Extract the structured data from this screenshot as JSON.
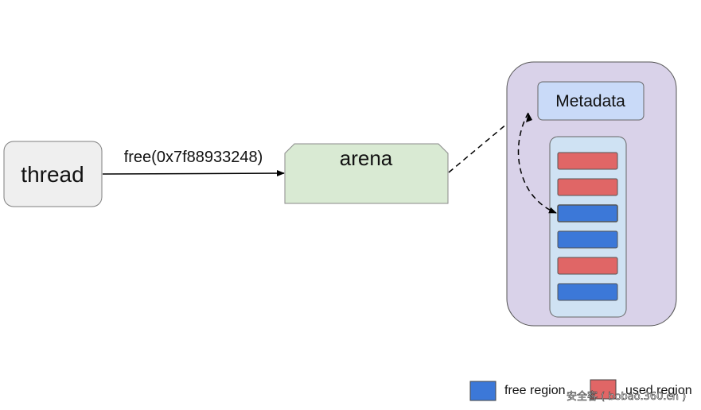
{
  "nodes": {
    "thread": "thread",
    "arena": "arena",
    "metadata": "Metadata"
  },
  "edges": {
    "free_call": "free(0x7f88933248)"
  },
  "regions": [
    "used",
    "used",
    "free",
    "free",
    "used",
    "free"
  ],
  "legend": {
    "free_label": "free region",
    "used_label": "used region"
  },
  "watermark": "安全客 ( bobao.360.cn )",
  "colors": {
    "free": "#3c78d8",
    "used": "#e06666",
    "thread_fill": "#efefef",
    "arena_fill": "#d9ead3",
    "container_fill": "#d9d2e9",
    "metadata_fill": "#c9daf8",
    "inner_fill": "#cfe2f3"
  }
}
